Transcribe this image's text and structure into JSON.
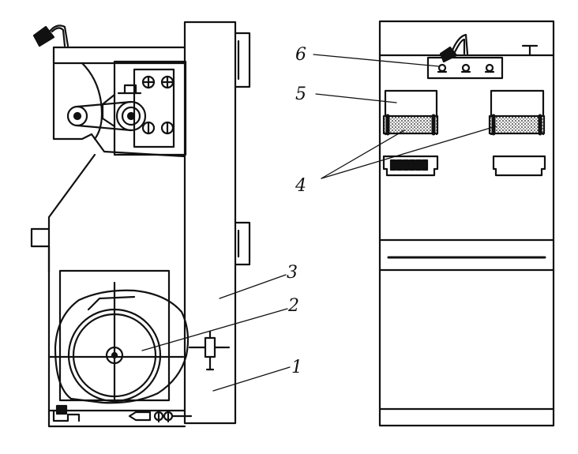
{
  "labels": {
    "l1": "1",
    "l2": "2",
    "l3": "3",
    "l4": "4",
    "l5": "5",
    "l6": "6"
  },
  "colors": {
    "ink": "#111111",
    "paper": "#ffffff",
    "abrasive": "#9a9a9a"
  }
}
